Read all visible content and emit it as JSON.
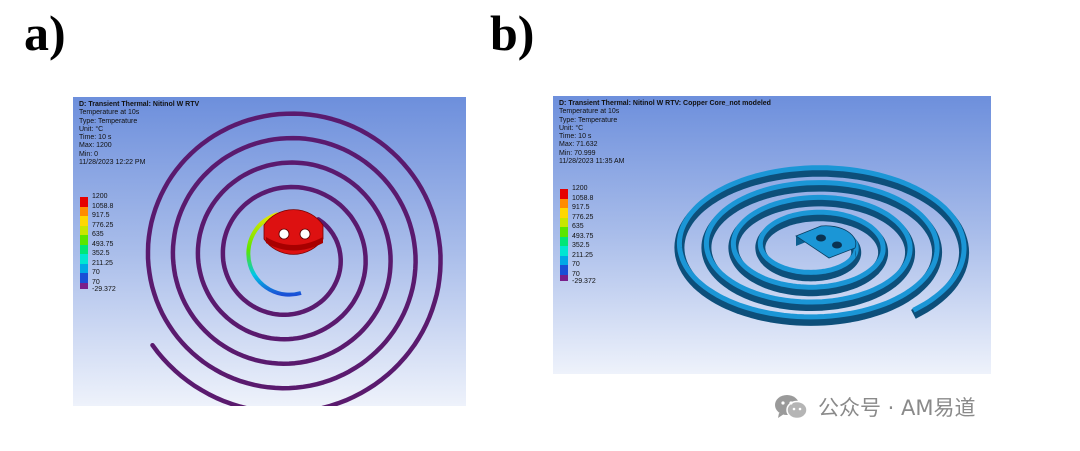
{
  "panels": [
    {
      "letter": "a)",
      "title": "D: Transient Thermal: Nitinol W RTV",
      "lines": [
        "Temperature at 10s",
        "Type: Temperature",
        "Unit: °C",
        "Time: 10 s",
        "Max: 1200",
        "Min: 0",
        "11/28/2023 12:22 PM"
      ],
      "legend": [
        "1200",
        "1058.8",
        "917.5",
        "776.25",
        "635",
        "493.75",
        "352.5",
        "211.25",
        "70",
        "-29.372"
      ],
      "spiral_color": "#5a1a6e",
      "hot_color": "#dd1111"
    },
    {
      "letter": "b)",
      "title": "D: Transient Thermal: Nitinol W RTV: Copper Core_not modeled",
      "lines": [
        "Temperature at 10s",
        "Type: Temperature",
        "Unit: °C",
        "Time: 10 s",
        "Max: 71.632",
        "Min: 70.999",
        "11/28/2023 11:35 AM"
      ],
      "legend": [
        "1200",
        "1058.8",
        "917.5",
        "776.25",
        "635",
        "493.75",
        "352.5",
        "211.25",
        "70",
        "-29.372"
      ],
      "spiral_color": "#1b96d6"
    }
  ],
  "legend_colors": [
    "#e60000",
    "#ff8c00",
    "#ffd700",
    "#c8e600",
    "#5ae600",
    "#00e678",
    "#00e6d2",
    "#00a8e6",
    "#1a4fd6",
    "#7a1f8a"
  ],
  "watermark": {
    "icon": "wechat-icon",
    "text": "公众号 · AM易道"
  }
}
